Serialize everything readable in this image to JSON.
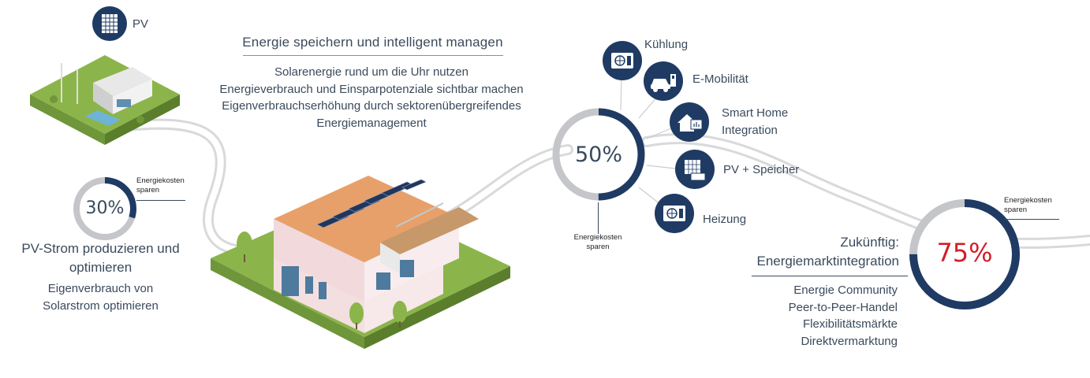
{
  "pv": {
    "label": "PV"
  },
  "left": {
    "pct": "30%",
    "cost_label": "Energiekosten\nsparen",
    "title_line1": "PV-Strom produzieren und",
    "title_line2": "optimieren",
    "desc_line1": "Eigenverbrauch von",
    "desc_line2": "Solarstrom optimieren",
    "fill": 0.3
  },
  "middle": {
    "title": "Energie speichern und intelligent managen",
    "lines": [
      "Solarenergie rund um die Uhr nutzen",
      "Energieverbrauch und Einsparpotenziale sichtbar machen",
      "Eigenverbrauchserhöhung durch sektorenübergreifendes",
      "Energiemanagement"
    ]
  },
  "center_ring": {
    "pct": "50%",
    "cost_label": "Energiekosten\nsparen",
    "fill": 0.5
  },
  "services": [
    {
      "label": "Kühlung",
      "icon": "ac-unit-icon"
    },
    {
      "label": "E-Mobilität",
      "icon": "electric-car-icon"
    },
    {
      "label": "Smart Home\nIntegration",
      "icon": "smart-home-icon"
    },
    {
      "label": "PV + Speicher",
      "icon": "pv-battery-icon"
    },
    {
      "label": "Heizung",
      "icon": "heat-pump-icon"
    }
  ],
  "right": {
    "pct": "75%",
    "cost_label": "Energiekosten\nsparen",
    "title_line1": "Zukünftig:",
    "title_line2": "Energiemarktintegration",
    "items": [
      "Energie Community",
      "Peer-to-Peer-Handel",
      "Flexibilitätsmärkte",
      "Direktvermarktung"
    ],
    "fill": 0.75
  },
  "colors": {
    "navy": "#1f3b64",
    "ring_grey": "#c4c6c9",
    "accent_red": "#d11f2a",
    "road": "#dcdddf",
    "text": "#3a4a5c"
  }
}
